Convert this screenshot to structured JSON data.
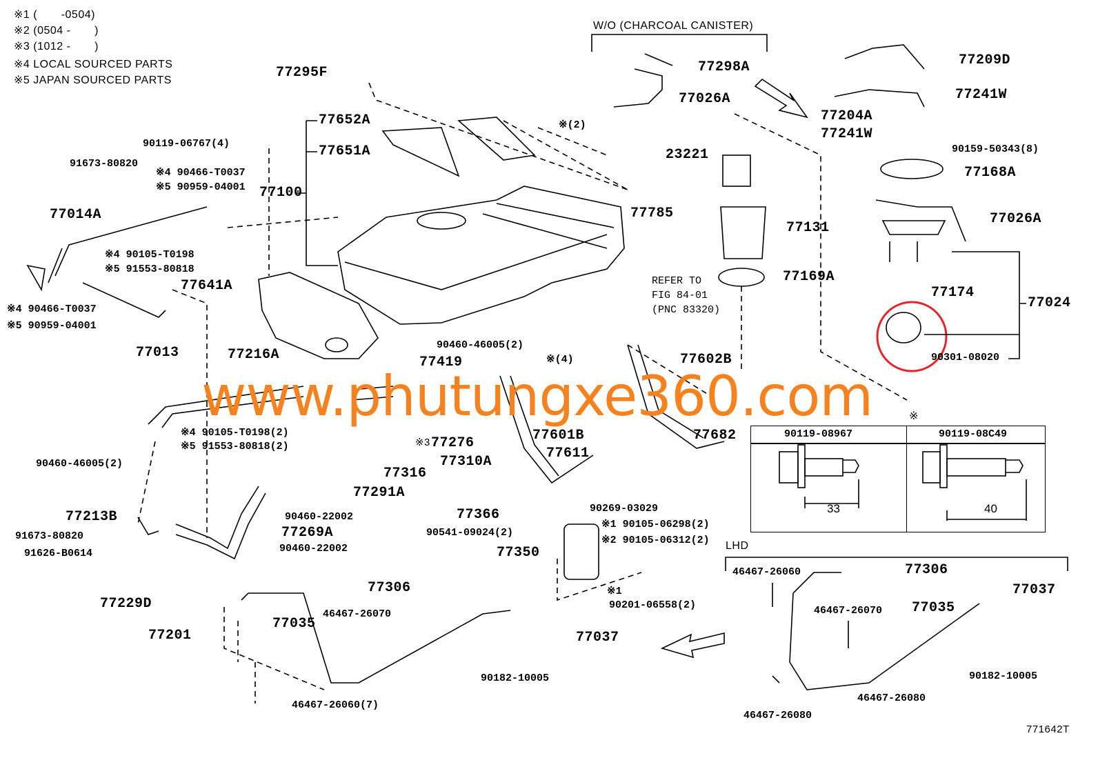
{
  "legend": [
    "※1 (       -0504)",
    "※2 (0504 -       )",
    "※3 (1012 -       )",
    "※4 LOCAL SOURCED PARTS",
    "※5 JAPAN SOURCED PARTS"
  ],
  "variant_note": "W/O (CHARCOAL CANISTER)",
  "lhd_label": "LHD",
  "refer_note": [
    "REFER TO",
    "FIG 84-01",
    "(PNC 83320)"
  ],
  "diagram_code": "771642T",
  "watermark": "www.phutungxe360.com",
  "colors": {
    "watermark": "#f5821f",
    "highlight_circle": "#e3242b"
  },
  "parts_main": [
    "77295F",
    "77652A",
    "77651A",
    "77100",
    "77014A",
    "77641A",
    "77013",
    "77216A",
    "77419",
    "77276",
    "77310A",
    "77316",
    "77291A",
    "77213B",
    "77269A",
    "77229D",
    "77201",
    "77035",
    "77306",
    "77037",
    "77366",
    "77350",
    "77601B",
    "77611",
    "77602B",
    "77682",
    "77298A",
    "77026A",
    "23221",
    "77785",
    "77131",
    "77169A",
    "77209D",
    "77241W",
    "77204A",
    "77241W",
    "77168A",
    "77026A",
    "77174",
    "77024",
    "77306",
    "77037",
    "77035"
  ],
  "parts_small": [
    "90119-06767(4)",
    "91673-80820",
    "※4 90466-T0037",
    "※5 90959-04001",
    "※(2)",
    "※4 90105-T0198",
    "※5 91553-80818",
    "※4 90466-T0037",
    "※5 90959-04001",
    "90460-46005(2)",
    "※(4)",
    "※4 90105-T0198(2)",
    "※5 91553-80818(2)",
    "90460-46005(2)",
    "90460-22002",
    "90460-22002",
    "91673-80820",
    "91626-B0614",
    "90269-03029",
    "※1 90105-06298(2)",
    "※2 90105-06312(2)",
    "90541-09024(2)",
    "※1",
    "90201-06558(2)",
    "46467-26070",
    "46467-26060(7)",
    "90182-10005",
    "90301-08020",
    "46467-26060",
    "46467-26070",
    "46467-26080",
    "46467-26080",
    "90182-10005",
    "90159-50343(8)",
    "※3"
  ],
  "bolt_table": {
    "mark": "※",
    "columns": [
      {
        "part": "90119-08967",
        "length": "33"
      },
      {
        "part": "90119-08C49",
        "length": "40"
      }
    ]
  }
}
